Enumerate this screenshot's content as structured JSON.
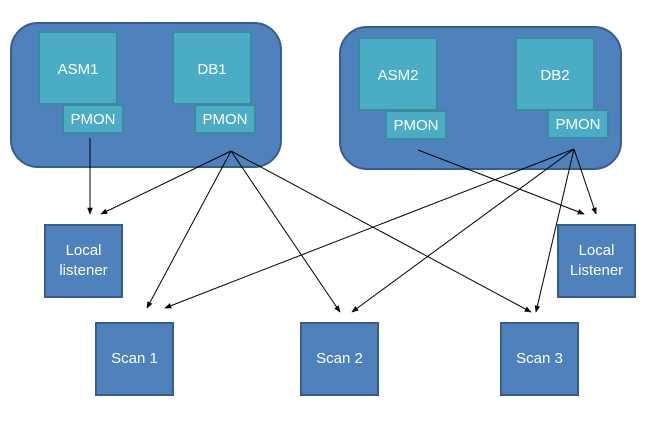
{
  "cluster": {
    "node1": {
      "asm": {
        "label": "ASM1",
        "pmon": "PMON"
      },
      "db": {
        "label": "DB1",
        "pmon": "PMON"
      }
    },
    "node2": {
      "asm": {
        "label": "ASM2",
        "pmon": "PMON"
      },
      "db": {
        "label": "DB2",
        "pmon": "PMON"
      }
    }
  },
  "listeners": {
    "local1": {
      "line1": "Local",
      "line2": "listener"
    },
    "local2": {
      "line1": "Local",
      "line2": "Listener"
    }
  },
  "scan": [
    "Scan 1",
    "Scan 2",
    "Scan 3"
  ],
  "colors": {
    "box_fill": "#4f81bd",
    "box_border": "#385d8a",
    "instance_fill": "#4bacc6",
    "instance_border": "#3b8aa0",
    "text": "#ffffff",
    "arrow": "#000000"
  }
}
